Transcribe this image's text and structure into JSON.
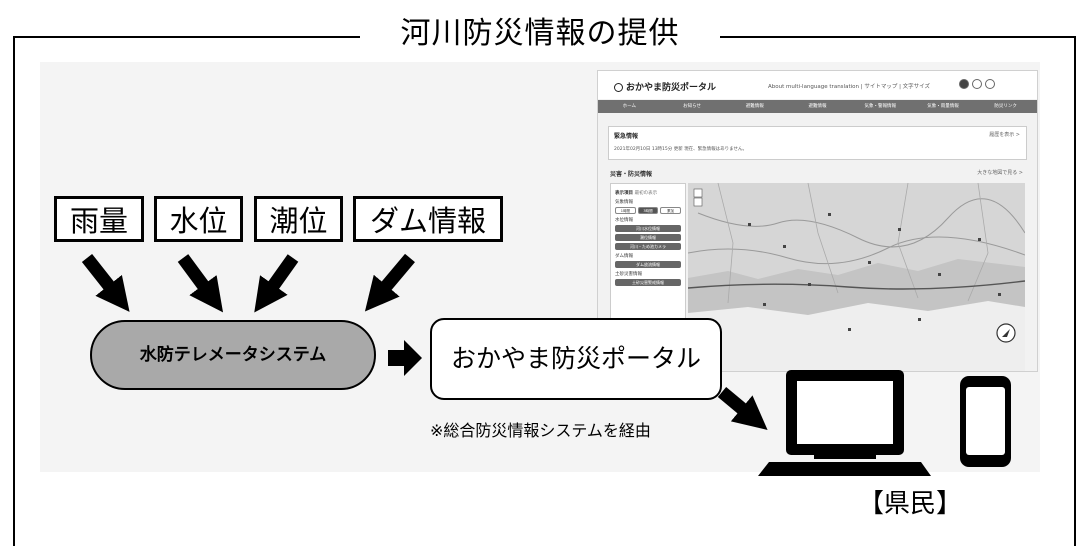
{
  "title": "河川防災情報の提供",
  "sources": [
    "雨量",
    "水位",
    "潮位",
    "ダム情報"
  ],
  "telemetry_label": "水防テレメータシステム",
  "portal_label": "おかやま防災ポータル",
  "note": "※総合防災情報システムを経由",
  "residents_label": "【県民】",
  "screenshot": {
    "site_name": "おかやま防災ポータル",
    "utility_links": "About multi-language translation | サイトマップ | 文字サイズ",
    "nav": [
      "ホーム",
      "お知らせ",
      "避難情報",
      "避難情報",
      "気象・警報情報",
      "気象・雨量情報",
      "防災リンク"
    ],
    "alert_title": "緊急情報",
    "alert_link": "履歴を表示 >",
    "alert_body": "2021年02月10日 13時15分 更新 現在、緊急情報はありません。",
    "section_title": "災害・防災情報",
    "section_link": "大きな地図で見る >",
    "side_title": "表示項目",
    "side_sub": "最初の表示",
    "side_labels": [
      "気象情報",
      "水位情報",
      "ダム情報",
      "土砂災害情報"
    ],
    "side_buttons": [
      "河川水位情報",
      "潮位情報",
      "河川・ため池カメラ",
      "ダム放流情報",
      "土砂災害警戒情報"
    ],
    "side_toggles": [
      "1時間",
      "3時間",
      "累加"
    ]
  },
  "colors": {
    "telemetry_fill": "#a9a9a9",
    "arrow": "#000000",
    "screenshot_nav": "#707070"
  },
  "icons": {
    "laptop": "laptop-icon",
    "smartphone": "smartphone-icon",
    "arrows": "arrow-icon"
  }
}
